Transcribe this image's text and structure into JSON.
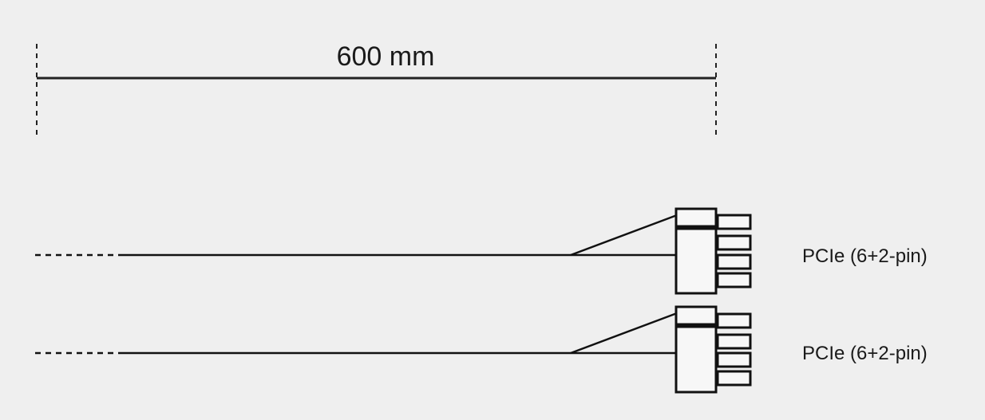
{
  "diagram": {
    "dimension": {
      "label": "600 mm"
    },
    "cables": [
      {
        "connector_label": "PCIe (6+2-pin)"
      },
      {
        "connector_label": "PCIe (6+2-pin)"
      }
    ]
  }
}
